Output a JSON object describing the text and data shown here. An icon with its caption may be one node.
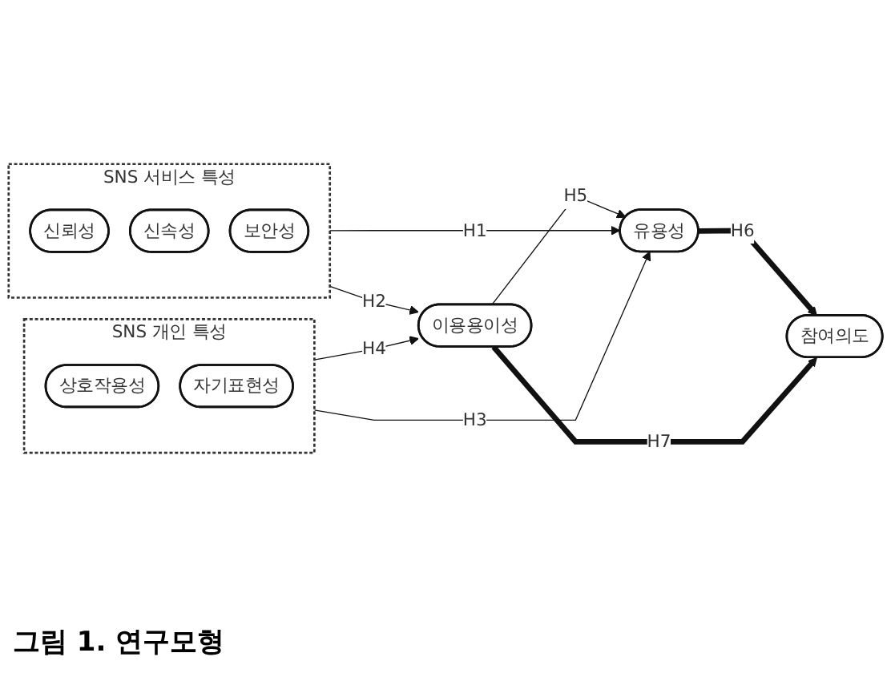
{
  "diagram": {
    "caption": "그림 1. 연구모형",
    "nodes": [
      {
        "text": [
          "SNS 서비스 특성"
        ]
      },
      {
        "text": [
          "신뢰성"
        ],
        "in": 0
      },
      {
        "text": [
          "신속성"
        ],
        "in": 0
      },
      {
        "text": [
          "보안성"
        ],
        "in": 0
      },
      {
        "text": [
          "SNS 개인 특성"
        ]
      },
      {
        "text": [
          "상호작용성"
        ],
        "in": 4
      },
      {
        "text": [
          "자기표현성"
        ],
        "in": 4
      },
      {
        "text": [
          "유용성"
        ]
      },
      {
        "text": [
          "이용용이성"
        ]
      },
      {
        "text": [
          "참여의도"
        ]
      }
    ],
    "edges": [
      {
        "from": 0,
        "to": 7,
        "arrow": "to",
        "label": "H1"
      },
      {
        "from": 0,
        "to": 8,
        "arrow": "to",
        "label": "H2"
      },
      {
        "from": 4,
        "to": 7,
        "arrow": "to",
        "label": "H3"
      },
      {
        "from": 4,
        "to": 8,
        "arrow": "to",
        "label": "H4"
      },
      {
        "from": 8,
        "to": 7,
        "arrow": "to",
        "label": "H5"
      },
      {
        "from": 7,
        "to": 9,
        "arrow": "to",
        "label": "H6",
        "style": "thick"
      },
      {
        "from": 8,
        "to": 9,
        "arrow": "to",
        "label": "H7",
        "style": "thick"
      }
    ]
  }
}
